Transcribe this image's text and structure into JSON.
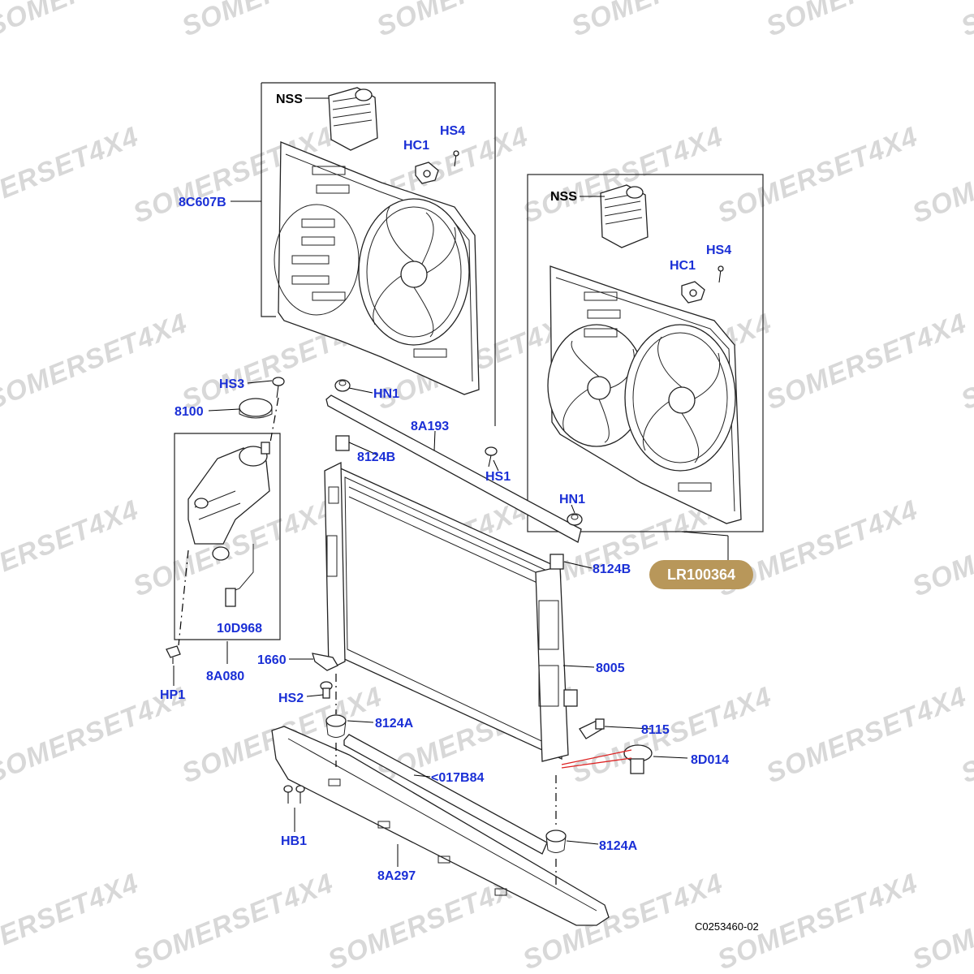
{
  "watermark": "SOMERSET4X4",
  "callouts": [
    {
      "id": "nss-top",
      "text": "NSS",
      "color": "black"
    },
    {
      "id": "hs4-top",
      "text": "HS4",
      "color": "blue"
    },
    {
      "id": "hc1-top",
      "text": "HC1",
      "color": "blue"
    },
    {
      "id": "c607b",
      "text": "8C607B",
      "color": "blue"
    },
    {
      "id": "nss-right",
      "text": "NSS",
      "color": "black"
    },
    {
      "id": "hs4-right",
      "text": "HS4",
      "color": "blue"
    },
    {
      "id": "hc1-right",
      "text": "HC1",
      "color": "blue"
    },
    {
      "id": "hs3",
      "text": "HS3",
      "color": "blue"
    },
    {
      "id": "p8100",
      "text": "8100",
      "color": "blue"
    },
    {
      "id": "hn1-top",
      "text": "HN1",
      "color": "blue"
    },
    {
      "id": "a193",
      "text": "8A193",
      "color": "blue"
    },
    {
      "id": "p8124b-left",
      "text": "8124B",
      "color": "blue"
    },
    {
      "id": "hs1",
      "text": "HS1",
      "color": "blue"
    },
    {
      "id": "hn1-right",
      "text": "HN1",
      "color": "blue"
    },
    {
      "id": "p8124b-right",
      "text": "8124B",
      "color": "blue"
    },
    {
      "id": "d968",
      "text": "10D968",
      "color": "blue"
    },
    {
      "id": "a080",
      "text": "8A080",
      "color": "blue"
    },
    {
      "id": "hp1",
      "text": "HP1",
      "color": "blue"
    },
    {
      "id": "p1660",
      "text": "1660",
      "color": "blue"
    },
    {
      "id": "p8005",
      "text": "8005",
      "color": "blue"
    },
    {
      "id": "hs2",
      "text": "HS2",
      "color": "blue"
    },
    {
      "id": "p8124a-left",
      "text": "8124A",
      "color": "blue"
    },
    {
      "id": "p8115",
      "text": "8115",
      "color": "blue"
    },
    {
      "id": "d014",
      "text": "8D014",
      "color": "blue"
    },
    {
      "id": "b84",
      "text": "<017B84",
      "color": "blue"
    },
    {
      "id": "hb1",
      "text": "HB1",
      "color": "blue"
    },
    {
      "id": "p8124a-bottom",
      "text": "8124A",
      "color": "blue"
    },
    {
      "id": "a297",
      "text": "8A297",
      "color": "blue"
    }
  ],
  "part_badge": {
    "text": "LR100364",
    "color": "#b8975a"
  },
  "diagram_code": "C0253460-02"
}
